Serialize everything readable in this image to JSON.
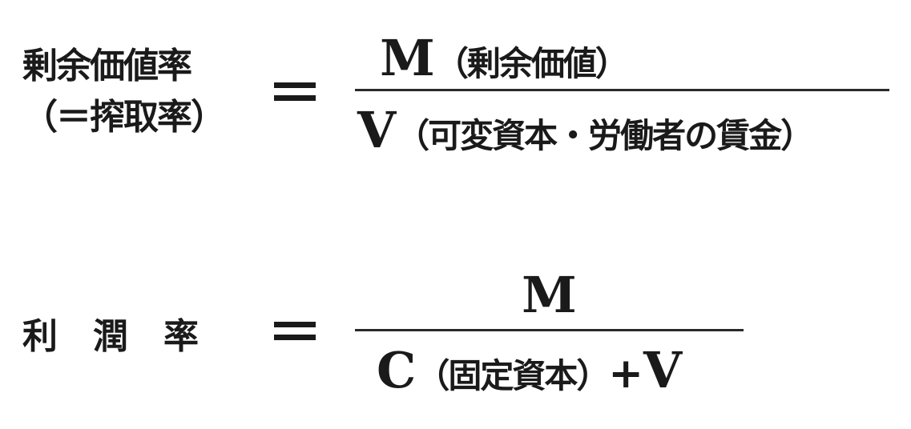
{
  "formulas": [
    {
      "id": "surplus-value-rate",
      "lhs": {
        "line1": "剰余価値率",
        "line2": "（＝搾取率）"
      },
      "equals": "＝",
      "numerator": {
        "symbol": "M",
        "label": "（剰余価値）"
      },
      "denominator": {
        "symbol": "V",
        "label": "（可変資本・労働者の賃金）"
      }
    },
    {
      "id": "profit-rate",
      "lhs": {
        "chars": [
          "利",
          "潤",
          "率"
        ]
      },
      "equals": "＝",
      "numerator": {
        "symbol": "M"
      },
      "denominator": {
        "symbol_c": "C",
        "label_c": "（固定資本）",
        "plus": "+",
        "symbol_v": "V"
      }
    }
  ]
}
